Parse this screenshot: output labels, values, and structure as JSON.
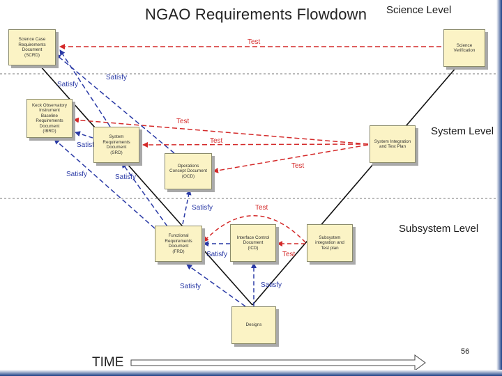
{
  "title": "NGAO Requirements Flowdown",
  "levels": {
    "science": "Science Level",
    "system": "System Level",
    "subsystem": "Subsystem Level"
  },
  "boxes": {
    "scrd": "Science Case\nRequirements\nDocument\n(SCRD)",
    "science_verification": "Science\nVerification",
    "ibrd": "Keck Observatory\nInstrument\nBaseline\nRequirements\nDocument\n(IBRD)",
    "srd": "System\nRequirements\nDocument\n(SRD)",
    "ocd": "Operations\nConcept Document\n(OCD)",
    "system_itp": "System Integration\nand Test Plan",
    "frd": "Functional\nRequirements\nDocument\n(FRD)",
    "icd": "Interface Control\nDocument\n(ICD)",
    "subsystem_itp": "Subsystem\nintegration and\nTest plan",
    "designs": "Designs"
  },
  "edge_labels": {
    "test": "Test",
    "satisfy": "Satisfy"
  },
  "colors": {
    "test": "#d42a2a",
    "satisfy": "#2a3aa6",
    "box_fill": "#fbf3c5",
    "bar": "#1c3f86"
  },
  "footer": {
    "time": "TIME",
    "page_number": "56"
  }
}
